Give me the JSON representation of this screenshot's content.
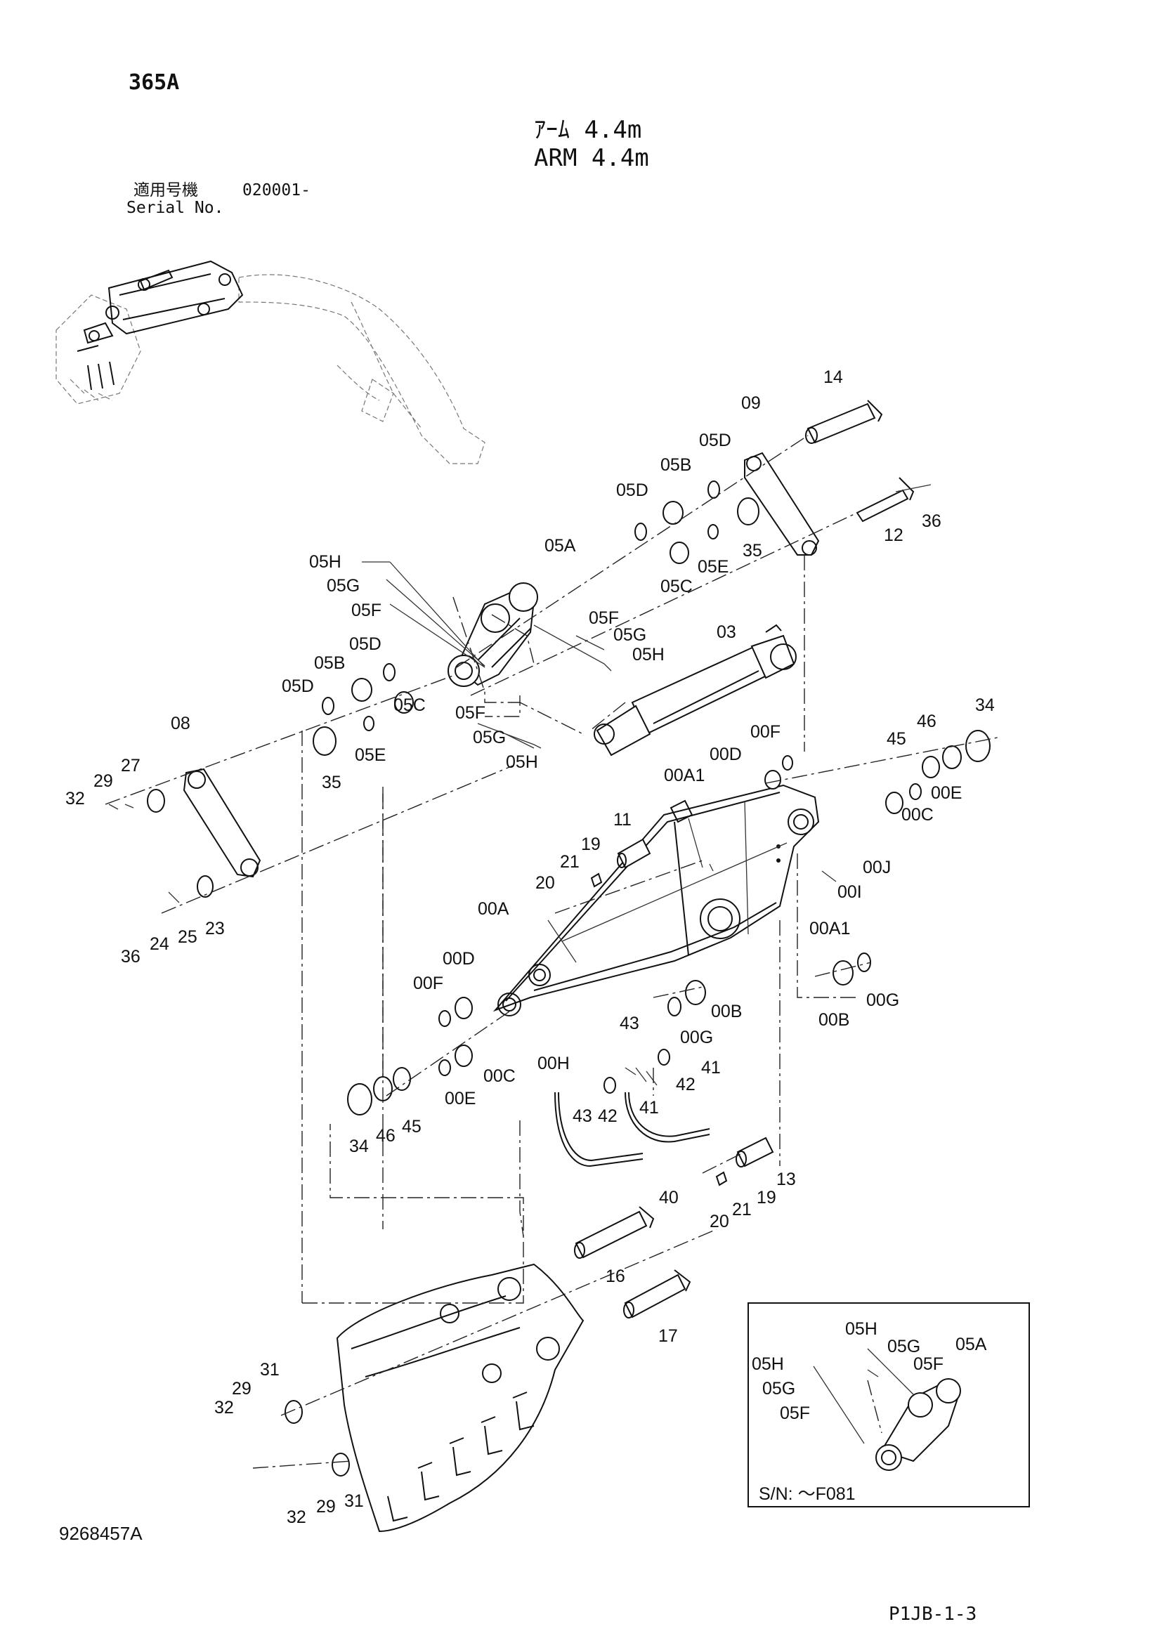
{
  "header": {
    "model": "365A",
    "title_jp": "ｱｰﾑ 4.4m",
    "title_en": "ARM 4.4m",
    "serial_label_jp": "適用号機",
    "serial_number": "020001-",
    "serial_label_en": "Serial No."
  },
  "footer": {
    "drawing_number": "9268457A",
    "page_code": "P1JB-1-3"
  },
  "inset": {
    "serial_range": "S/N: ～F081",
    "labels": [
      "05H",
      "05G",
      "05F",
      "05A",
      "05H",
      "05G",
      "05F"
    ]
  },
  "parts": [
    {
      "id": "14"
    },
    {
      "id": "09"
    },
    {
      "id": "05D"
    },
    {
      "id": "05B"
    },
    {
      "id": "05D"
    },
    {
      "id": "36"
    },
    {
      "id": "12"
    },
    {
      "id": "35"
    },
    {
      "id": "05E"
    },
    {
      "id": "05C"
    },
    {
      "id": "05A"
    },
    {
      "id": "05H"
    },
    {
      "id": "05G"
    },
    {
      "id": "05F"
    },
    {
      "id": "05F"
    },
    {
      "id": "05G"
    },
    {
      "id": "05H"
    },
    {
      "id": "03"
    },
    {
      "id": "05D"
    },
    {
      "id": "05B"
    },
    {
      "id": "05D"
    },
    {
      "id": "05C"
    },
    {
      "id": "05E"
    },
    {
      "id": "35"
    },
    {
      "id": "08"
    },
    {
      "id": "27"
    },
    {
      "id": "29"
    },
    {
      "id": "32"
    },
    {
      "id": "05F"
    },
    {
      "id": "05G"
    },
    {
      "id": "05H"
    },
    {
      "id": "00F"
    },
    {
      "id": "00D"
    },
    {
      "id": "00A1"
    },
    {
      "id": "34"
    },
    {
      "id": "46"
    },
    {
      "id": "45"
    },
    {
      "id": "00E"
    },
    {
      "id": "00C"
    },
    {
      "id": "00J"
    },
    {
      "id": "00I"
    },
    {
      "id": "00A1"
    },
    {
      "id": "11"
    },
    {
      "id": "19"
    },
    {
      "id": "21"
    },
    {
      "id": "20"
    },
    {
      "id": "36"
    },
    {
      "id": "24"
    },
    {
      "id": "25"
    },
    {
      "id": "23"
    },
    {
      "id": "00A"
    },
    {
      "id": "00D"
    },
    {
      "id": "00F"
    },
    {
      "id": "00H"
    },
    {
      "id": "00B"
    },
    {
      "id": "00G"
    },
    {
      "id": "00B"
    },
    {
      "id": "00G"
    },
    {
      "id": "43"
    },
    {
      "id": "41"
    },
    {
      "id": "42"
    },
    {
      "id": "00C"
    },
    {
      "id": "00E"
    },
    {
      "id": "34"
    },
    {
      "id": "46"
    },
    {
      "id": "45"
    },
    {
      "id": "43"
    },
    {
      "id": "42"
    },
    {
      "id": "41"
    },
    {
      "id": "40"
    },
    {
      "id": "13"
    },
    {
      "id": "19"
    },
    {
      "id": "21"
    },
    {
      "id": "20"
    },
    {
      "id": "16"
    },
    {
      "id": "17"
    },
    {
      "id": "31"
    },
    {
      "id": "29"
    },
    {
      "id": "32"
    },
    {
      "id": "32"
    },
    {
      "id": "29"
    },
    {
      "id": "31"
    }
  ]
}
